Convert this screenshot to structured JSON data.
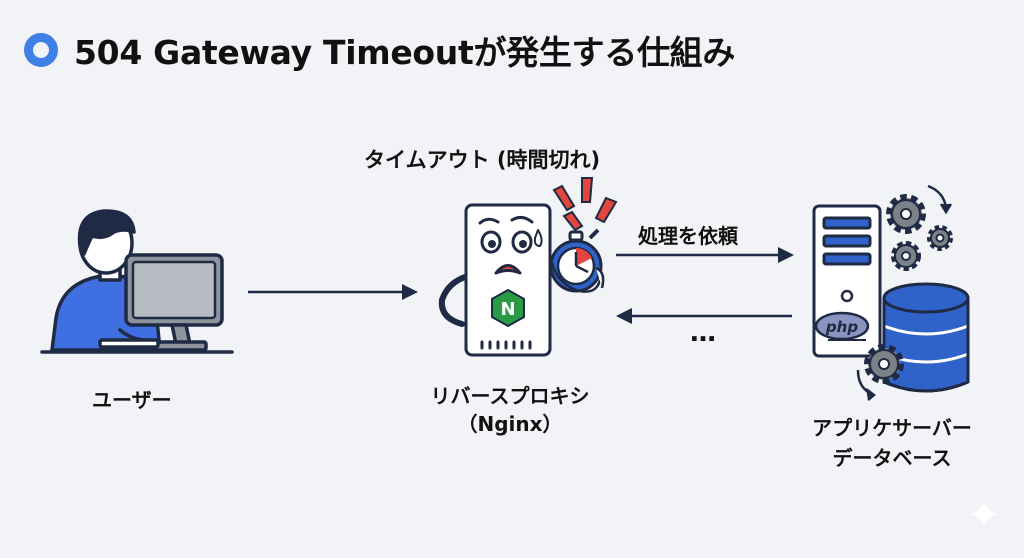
{
  "title": "504 Gateway Timeoutが発生する仕組み",
  "labels": {
    "timeout": "タイムアウト (時間切れ)",
    "request": "処理を依頼",
    "ellipsis": "…",
    "user": "ユーザー",
    "proxy_line1": "リバースプロキシ",
    "proxy_line2": "（Nginx）",
    "backend_line1": "アプリケサーバー",
    "backend_line2": "データベース",
    "php_logo": "php",
    "nginx_logo": "N"
  },
  "colors": {
    "accent": "#3f7fe6",
    "navy": "#1f2a44",
    "shirt": "#3f6fe0",
    "alert_red": "#e2463f",
    "nginx_green": "#2a9a45",
    "db_blue": "#2f63c9",
    "gear_gray": "#7d8188"
  },
  "icons": [
    "user-at-computer-icon",
    "server-face-icon",
    "stopwatch-icon",
    "nginx-logo-icon",
    "app-server-icon",
    "gear-icon",
    "database-icon",
    "sparkle-icon"
  ]
}
